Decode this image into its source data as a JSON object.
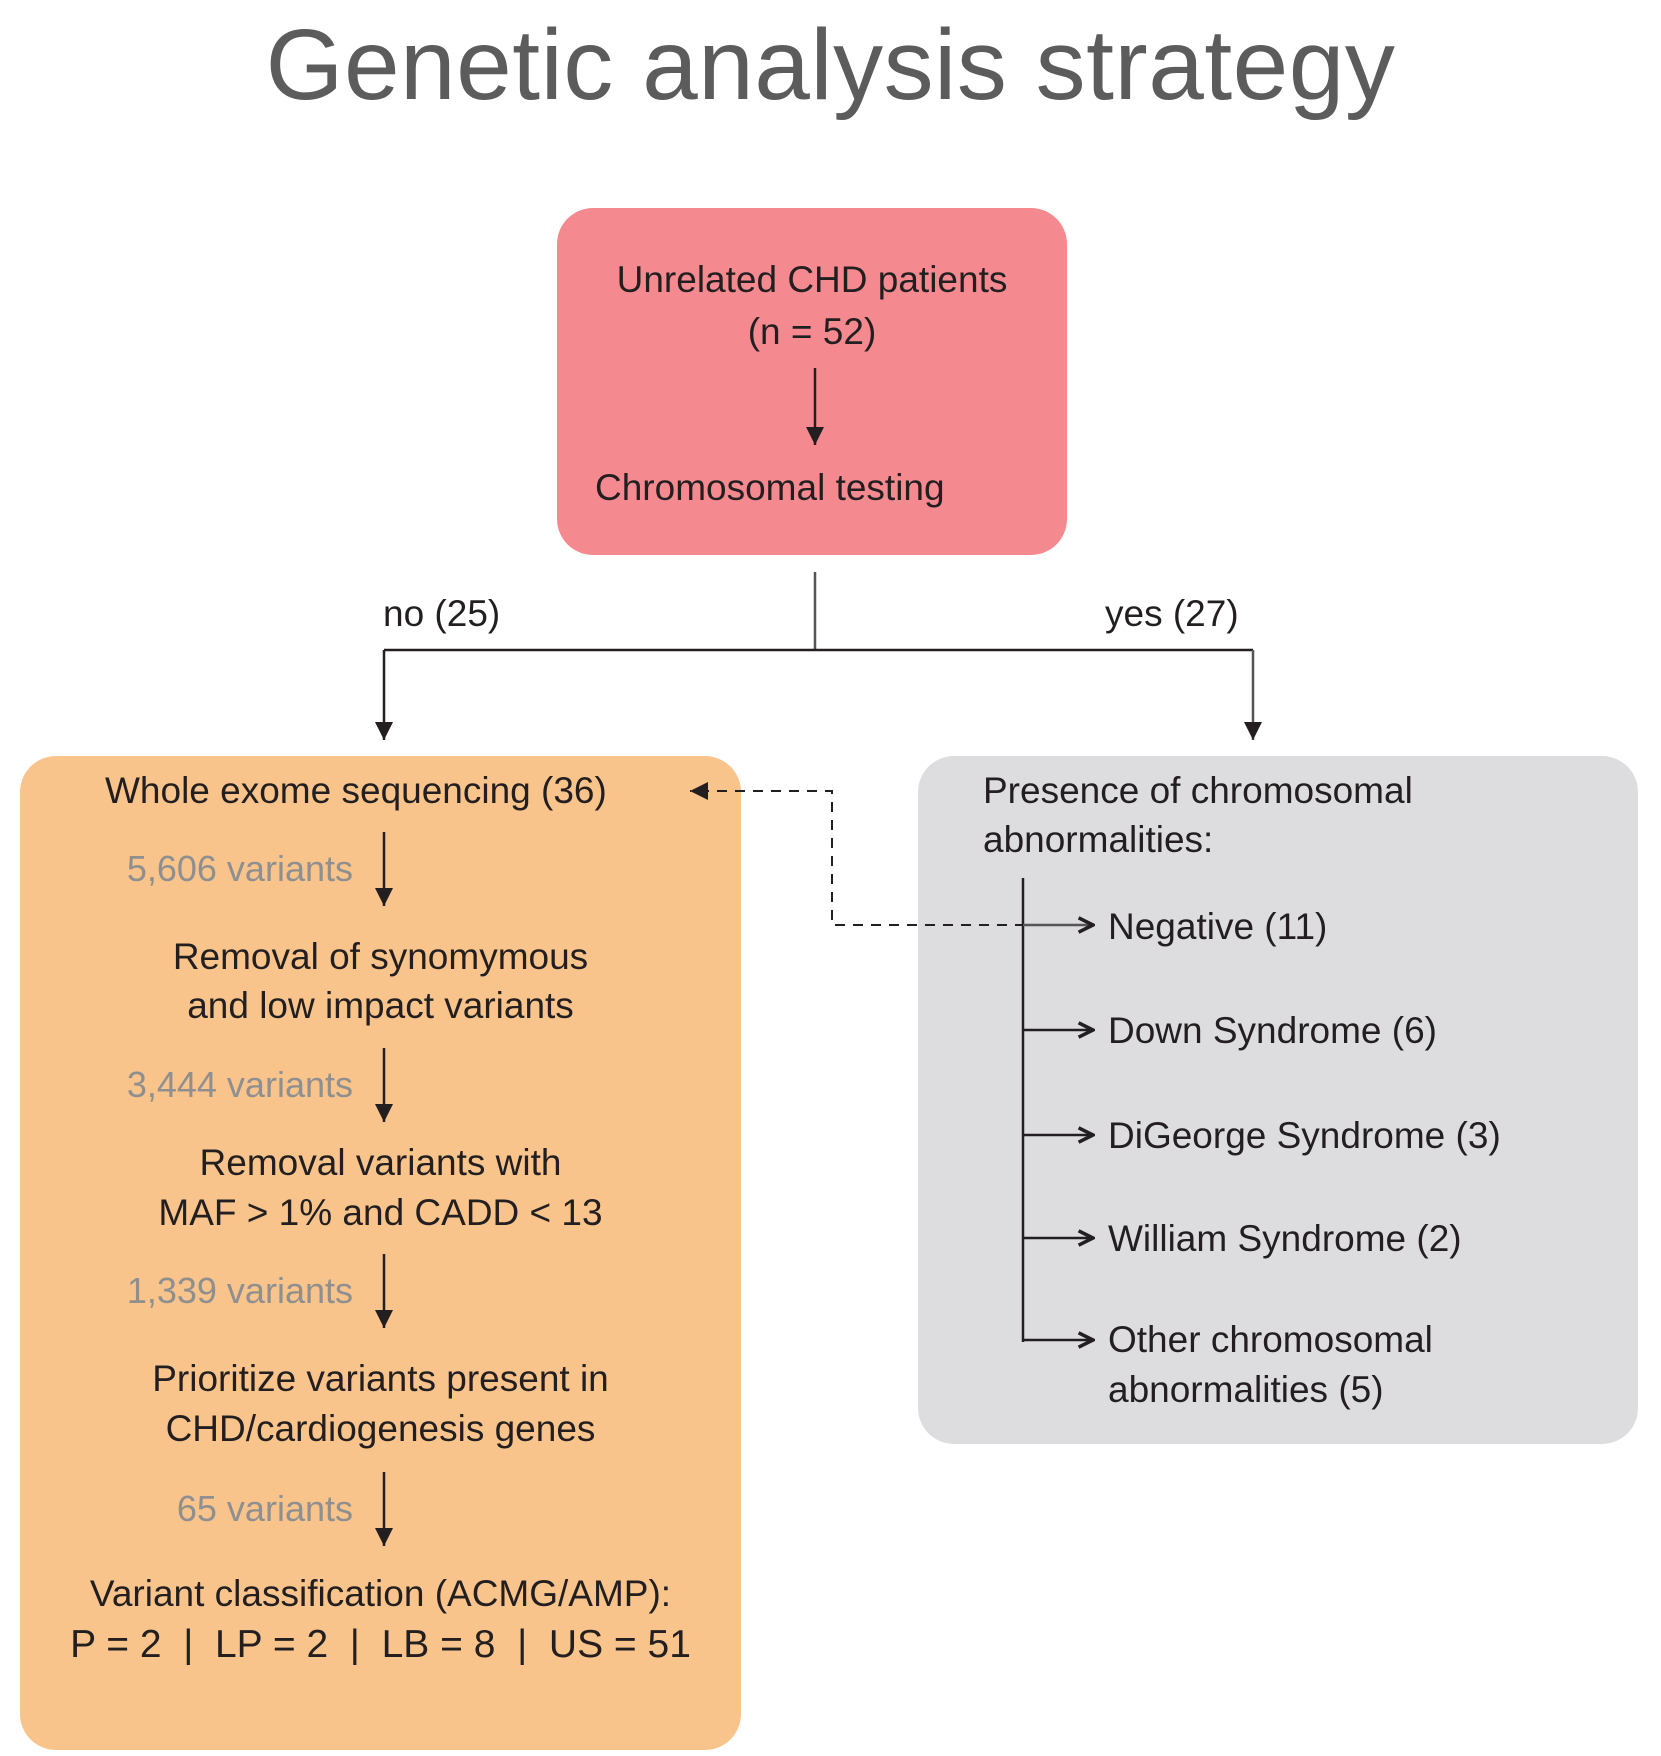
{
  "title": "Genetic analysis strategy",
  "colors": {
    "patients_box": "#f48a90",
    "wes_box": "#f8c48c",
    "chromosomal_box": "#dddddf",
    "text": "#231f20",
    "variant_counts": "#8f8f8f",
    "title": "#5c5c5c"
  },
  "patients": {
    "line1": "Unrelated CHD patients",
    "line2": "(n = 52)",
    "testing": "Chromosomal testing"
  },
  "branches": {
    "no": "no (25)",
    "yes": "yes (27)"
  },
  "wes": {
    "header": "Whole exome sequencing (36)",
    "steps": [
      {
        "count": "5,606 variants",
        "lines": [
          "Removal of synomymous",
          "and low impact variants"
        ]
      },
      {
        "count": "3,444 variants",
        "lines": [
          "Removal variants with",
          "MAF > 1% and CADD < 13"
        ]
      },
      {
        "count": "1,339 variants",
        "lines": [
          "Prioritize variants present in",
          "CHD/cardiogenesis genes"
        ]
      },
      {
        "count": "65 variants",
        "lines": [
          "Variant classification (ACMG/AMP):",
          "P = 2  |  LP = 2  |  LB = 8  |  US = 51"
        ]
      }
    ]
  },
  "chromosomal": {
    "header_line1": "Presence of chromosomal",
    "header_line2": "abnormalities:",
    "items": [
      {
        "lines": [
          "Negative (11)"
        ]
      },
      {
        "lines": [
          "Down Syndrome (6)"
        ]
      },
      {
        "lines": [
          "DiGeorge Syndrome (3)"
        ]
      },
      {
        "lines": [
          "William Syndrome (2)"
        ]
      },
      {
        "lines": [
          "Other chromosomal",
          "abnormalities (5)"
        ]
      }
    ]
  }
}
